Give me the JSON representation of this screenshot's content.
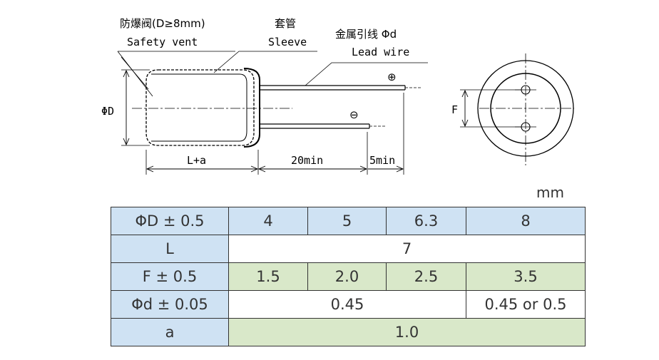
{
  "diagram": {
    "safety_vent_cn": "防爆阀(D≥8mm)",
    "safety_vent_en": "Safety vent",
    "sleeve_cn": "套管",
    "sleeve_en": "Sleeve",
    "lead_wire_cn": "金属引线 Φd",
    "lead_wire_en": "Lead wire",
    "plus_sign": "⊕",
    "minus_sign": "⊖",
    "dim_D": "ΦD",
    "dim_L": "L+a",
    "dim_lead": "20min",
    "dim_tip": "5min",
    "dim_F": "F"
  },
  "unit": "mm",
  "table": {
    "rows": [
      {
        "label": "ΦD ± 0.5",
        "cells": [
          {
            "text": "4"
          },
          {
            "text": "5"
          },
          {
            "text": "6.3"
          },
          {
            "text": "8"
          }
        ]
      },
      {
        "label": "L",
        "cells": [
          {
            "text": "7"
          }
        ]
      },
      {
        "label": "F ± 0.5",
        "cells": [
          {
            "text": "1.5"
          },
          {
            "text": "2.0"
          },
          {
            "text": "2.5"
          },
          {
            "text": "3.5"
          }
        ]
      },
      {
        "label": "Φd ± 0.05",
        "cells": [
          {
            "text": "0.45"
          },
          {
            "text": "0.45 or 0.5"
          }
        ]
      },
      {
        "label": "a",
        "cells": [
          {
            "text": "1.0"
          }
        ]
      }
    ]
  }
}
